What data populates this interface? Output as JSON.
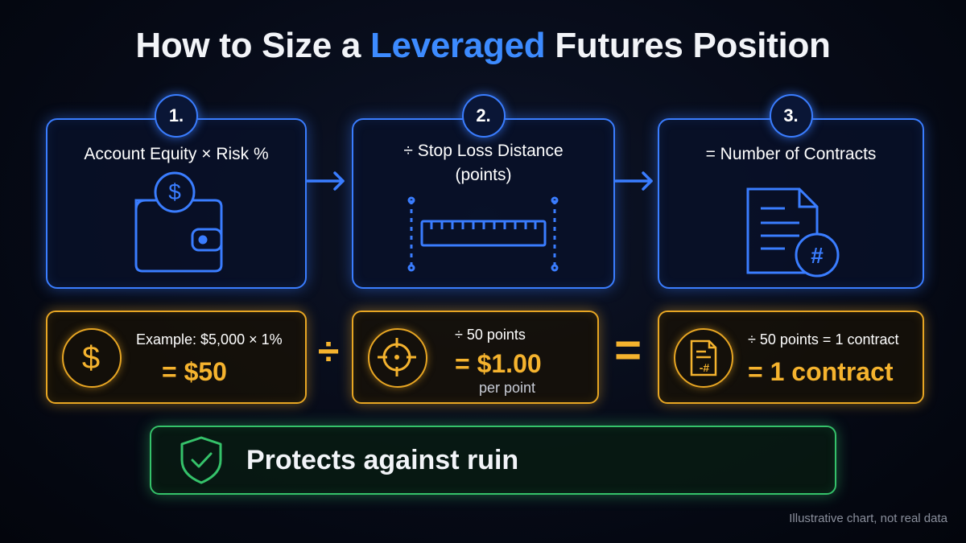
{
  "title": {
    "prefix": "How to Size a ",
    "highlight": "Leveraged",
    "suffix": " Futures Position"
  },
  "steps": [
    {
      "number": "1.",
      "label": "Account Equity × Risk %",
      "icon": "wallet-dollar-icon"
    },
    {
      "number": "2.",
      "label_line1": "÷ Stop Loss Distance",
      "label_line2": "(points)",
      "icon": "ruler-icon"
    },
    {
      "number": "3.",
      "label": "= Number of Contracts",
      "icon": "document-hash-icon"
    }
  ],
  "calculations": [
    {
      "small": "Example: $5,000 × 1%",
      "big": "= $50",
      "icon": "dollar-circle-icon"
    },
    {
      "small": "÷ 50 points",
      "big": "= $1.00",
      "unit": "per point",
      "icon": "crosshair-icon"
    },
    {
      "small": "÷ 50 points = 1 contract",
      "big": "= 1 contract",
      "icon": "document-hash-icon"
    }
  ],
  "operators": {
    "divide": "÷",
    "equals": "="
  },
  "protect": {
    "text": "Protects against ruin",
    "icon": "shield-check-icon"
  },
  "footnote": "Illustrative chart, not real data",
  "colors": {
    "background": "#060a16",
    "accent_blue": "#3a7dff",
    "accent_gold": "#f5b32e",
    "accent_green": "#35c26a"
  }
}
